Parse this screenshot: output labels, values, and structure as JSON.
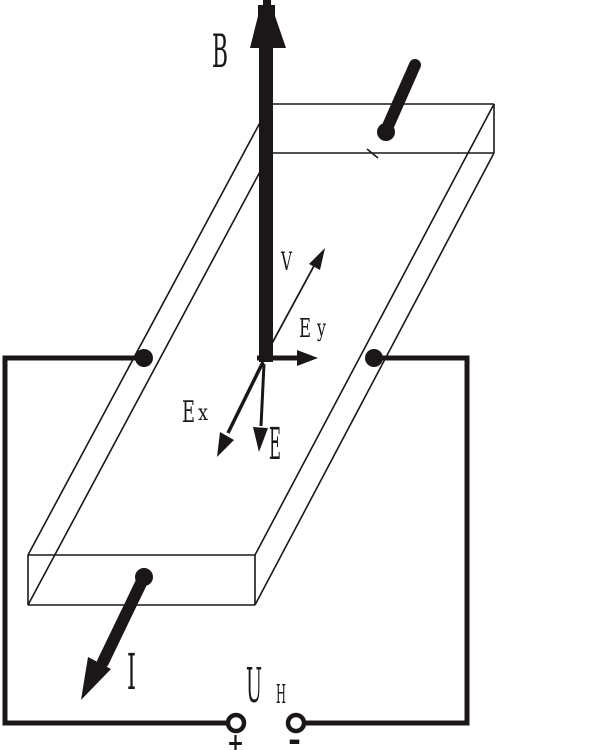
{
  "labels": {
    "magnetic_field": "B",
    "velocity": "V",
    "field_y_base": "E",
    "field_y_sub": "y",
    "field_x_base": "E",
    "field_x_sub": "x",
    "field_total": "E",
    "current": "I",
    "hall_voltage_base": "U",
    "hall_voltage_sub": "H",
    "terminal_positive": "+",
    "terminal_negative": "-"
  },
  "colors": {
    "ink": "#1b1718",
    "paper": "#ffffff"
  }
}
